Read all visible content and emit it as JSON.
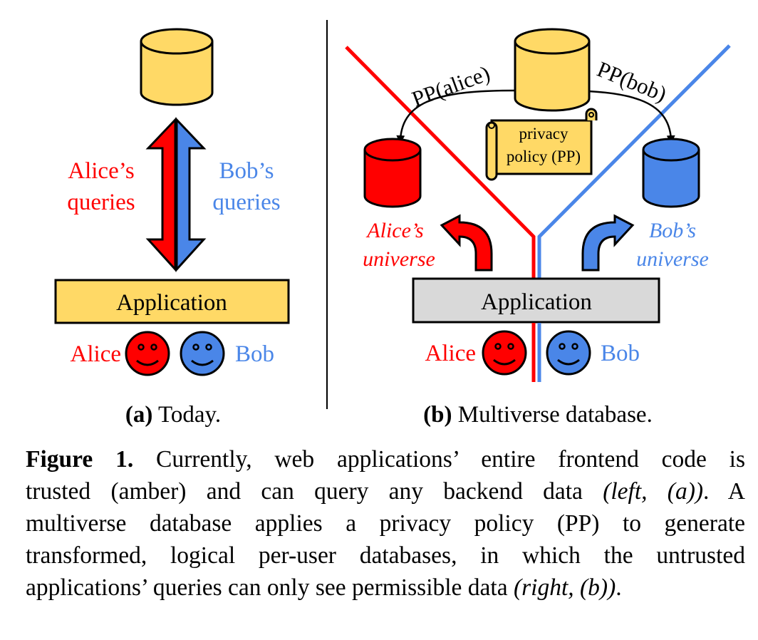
{
  "colors": {
    "amber": "#FFD966",
    "red": "#FF0000",
    "blue": "#4A86E8",
    "gray": "#D9D9D9",
    "outline": "#000000"
  },
  "panel_a": {
    "alice_queries_line1": "Alice’s",
    "alice_queries_line2": "queries",
    "bob_queries_line1": "Bob’s",
    "bob_queries_line2": "queries",
    "application_label": "Application",
    "alice_label": "Alice",
    "bob_label": "Bob",
    "subcaption_tag": "(a)",
    "subcaption_text": " Today."
  },
  "panel_b": {
    "pp_alice_label": "PP(alice)",
    "pp_bob_label": "PP(bob)",
    "policy_line1": "privacy",
    "policy_line2": "policy (PP)",
    "alice_universe_line1": "Alice’s",
    "alice_universe_line2": "universe",
    "bob_universe_line1": "Bob’s",
    "bob_universe_line2": "universe",
    "application_label": "Application",
    "alice_label": "Alice",
    "bob_label": "Bob",
    "subcaption_tag": "(b)",
    "subcaption_text": " Multiverse database."
  },
  "caption": {
    "label": "Figure 1.",
    "line1": " Currently, web applications’ entire frontend code is",
    "line2_pre": "trusted (amber) and can query any backend data ",
    "line2_italic": "(left, (a))",
    "line2_post": ". A",
    "line3": "multiverse database applies a privacy policy (PP) to generate",
    "line4": "transformed, logical per-user databases, in which the untrusted",
    "line5_pre": "applications’ queries can only see permissible data ",
    "line5_italic": "(right, (b))",
    "line5_post": "."
  }
}
